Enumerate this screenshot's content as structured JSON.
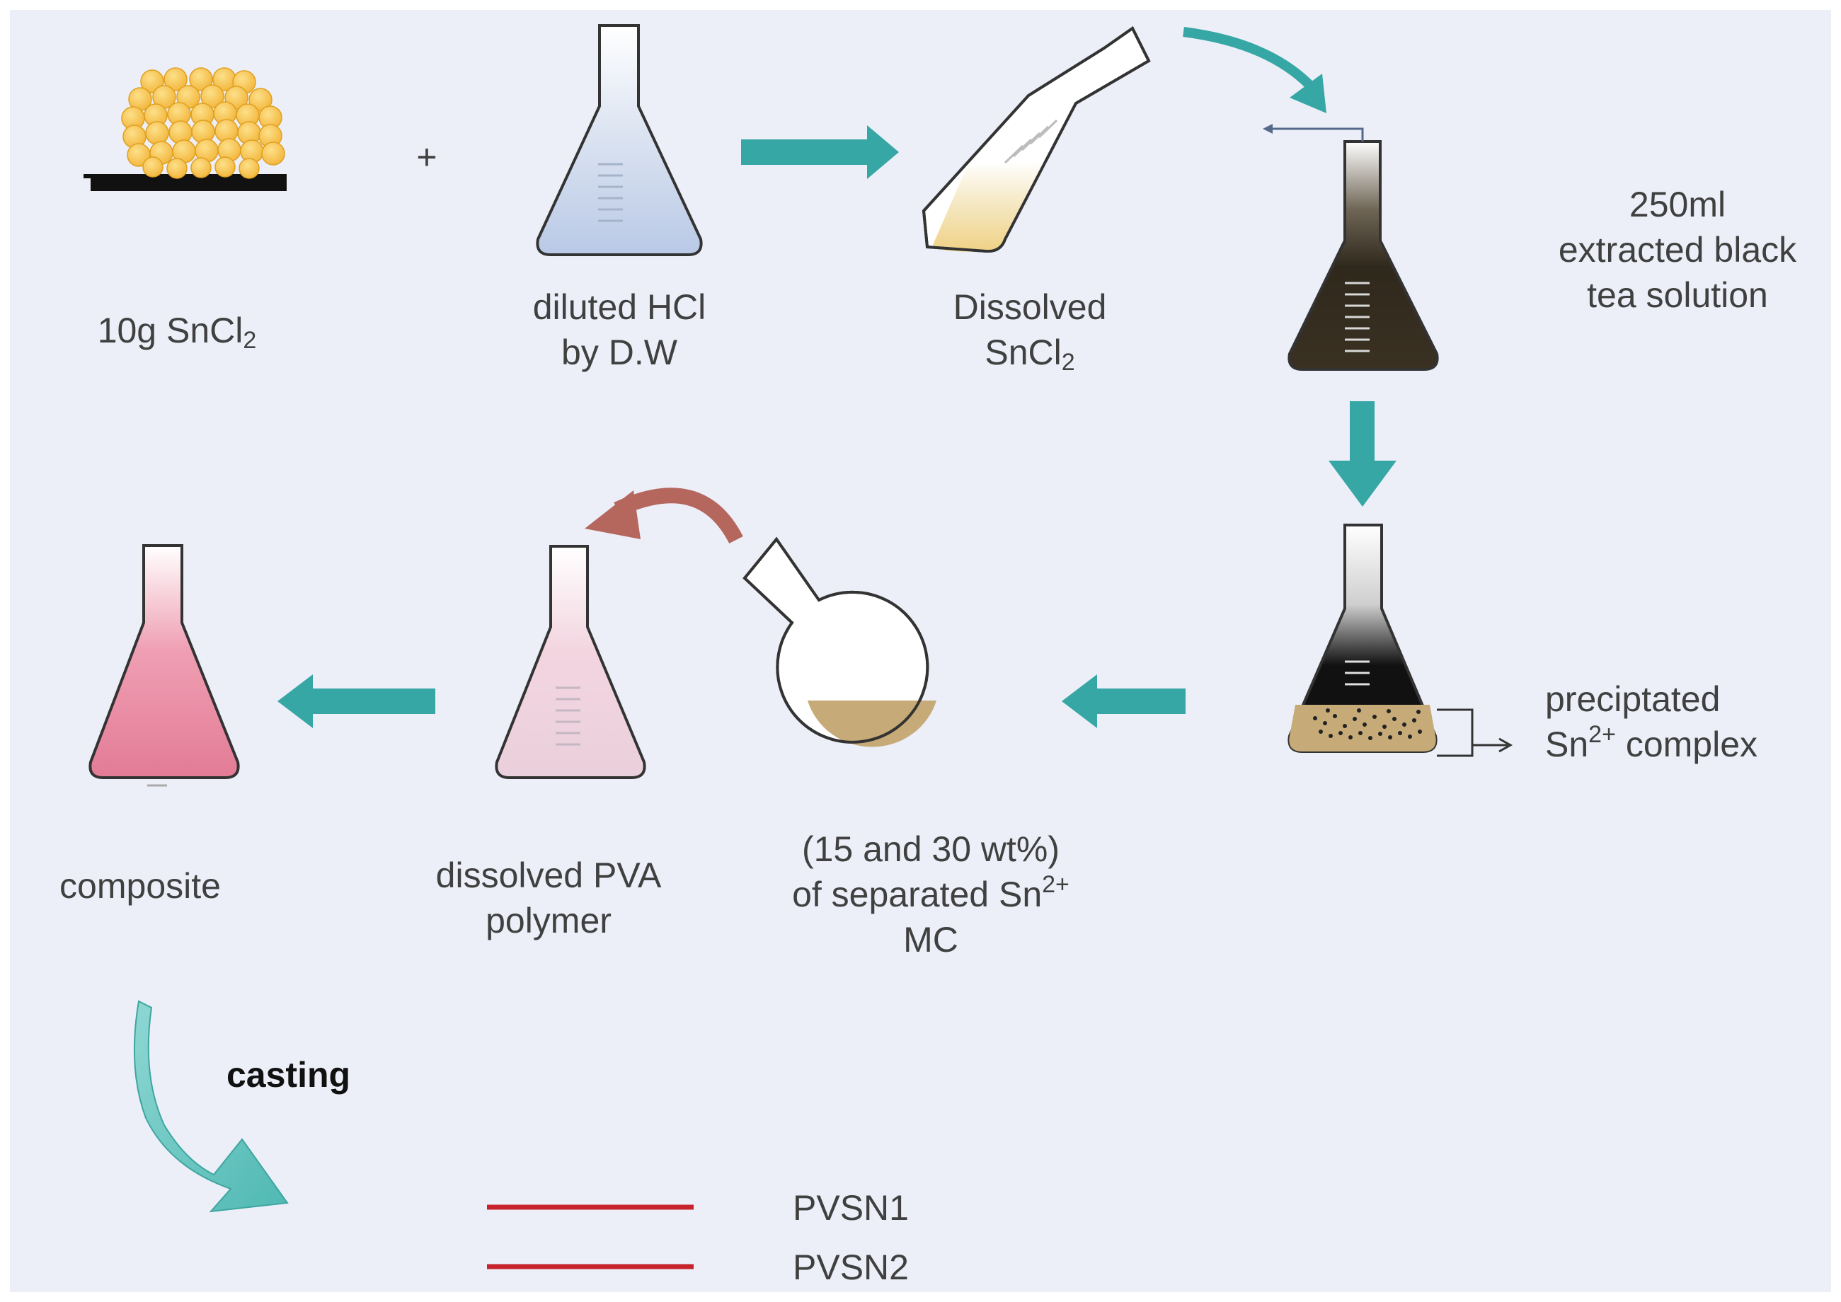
{
  "colors": {
    "background": "#eceff8",
    "teal_arrow": "#36a7a5",
    "red_arrow": "#b5675e",
    "line_red": "#c8232c"
  },
  "labels": {
    "plus": "+",
    "sncl2": {
      "text": "10g SnCl",
      "sub": "2"
    },
    "hcl_line1": "diluted HCl",
    "hcl_line2": "by D.W",
    "dissolved_line1": "Dissolved",
    "dissolved_line2": {
      "text": "SnCl",
      "sub": "2"
    },
    "tea_line1": "250ml",
    "tea_line2": "extracted black",
    "tea_line3": "tea solution",
    "precip_line1": "preciptated",
    "precip_line2": {
      "pre": "Sn",
      "sup": "2+",
      "post": "complex"
    },
    "separated_line1": "(15 and 30 wt%)",
    "separated_line2": {
      "text": "of separated Sn",
      "sup": "2+"
    },
    "separated_line3": "MC",
    "pva_line1": "dissolved PVA",
    "pva_line2": "polymer",
    "composite": "composite",
    "casting": "casting",
    "legend_1": "PVSN1",
    "legend_2": "PVSN2"
  }
}
